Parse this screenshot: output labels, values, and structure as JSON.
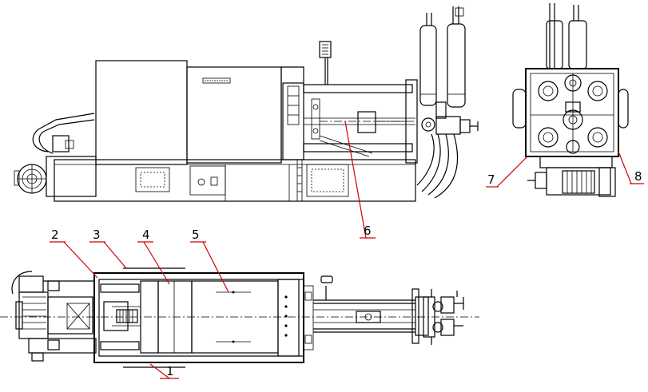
{
  "labels": {
    "l1": "1",
    "l2": "2",
    "l3": "3",
    "l4": "4",
    "l5": "5",
    "l6": "6",
    "l7": "7",
    "l8": "8"
  },
  "colors": {
    "line": "#000000",
    "leader": "#d00000",
    "background": "#ffffff"
  }
}
